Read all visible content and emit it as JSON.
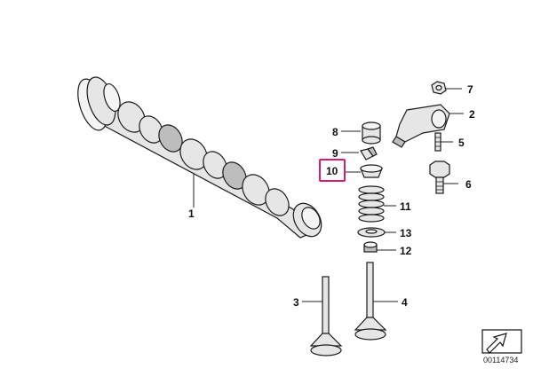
{
  "diagram": {
    "highlight_color": "#d81b72",
    "callouts": {
      "c1": "1",
      "c2": "2",
      "c3": "3",
      "c4": "4",
      "c5": "5",
      "c6": "6",
      "c7": "7",
      "c8": "8",
      "c9": "9",
      "c10": "10",
      "c11": "11",
      "c12": "12",
      "c13": "13"
    },
    "catalog_number": "00114734",
    "direction_icon": "arrow-icon"
  }
}
